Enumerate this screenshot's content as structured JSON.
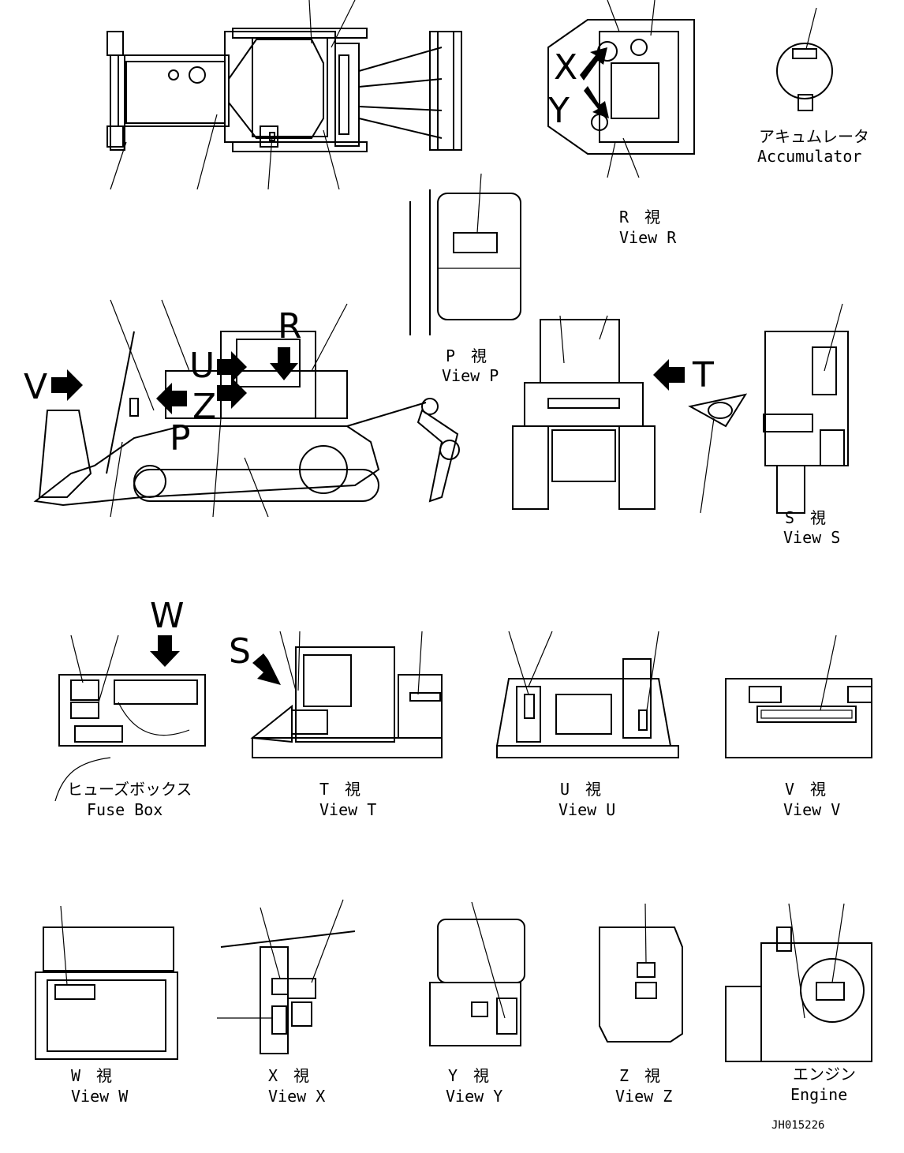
{
  "views": {
    "accumulator": {
      "jp": "アキュムレータ",
      "en": "Accumulator"
    },
    "r": {
      "jp": "R　視",
      "en": "View R"
    },
    "p": {
      "jp": "P　視",
      "en": "View P"
    },
    "s": {
      "jp": "S　視",
      "en": "View S"
    },
    "fuse": {
      "jp": "ヒューズボックス",
      "en": "Fuse Box"
    },
    "t": {
      "jp": "T　視",
      "en": "View T"
    },
    "u": {
      "jp": "U　視",
      "en": "View U"
    },
    "v": {
      "jp": "V　視",
      "en": "View V"
    },
    "w": {
      "jp": "W　視",
      "en": "View W"
    },
    "x": {
      "jp": "X　視",
      "en": "View X"
    },
    "y": {
      "jp": "Y　視",
      "en": "View Y"
    },
    "z": {
      "jp": "Z　視",
      "en": "View Z"
    },
    "engine": {
      "jp": "エンジン",
      "en": "Engine"
    }
  },
  "letters": {
    "v": "V",
    "u": "U",
    "z": "Z",
    "p": "P",
    "r": "R",
    "t": "T",
    "w": "W",
    "s": "S",
    "x": "X",
    "y": "Y"
  },
  "drawing_code": "JH015226"
}
